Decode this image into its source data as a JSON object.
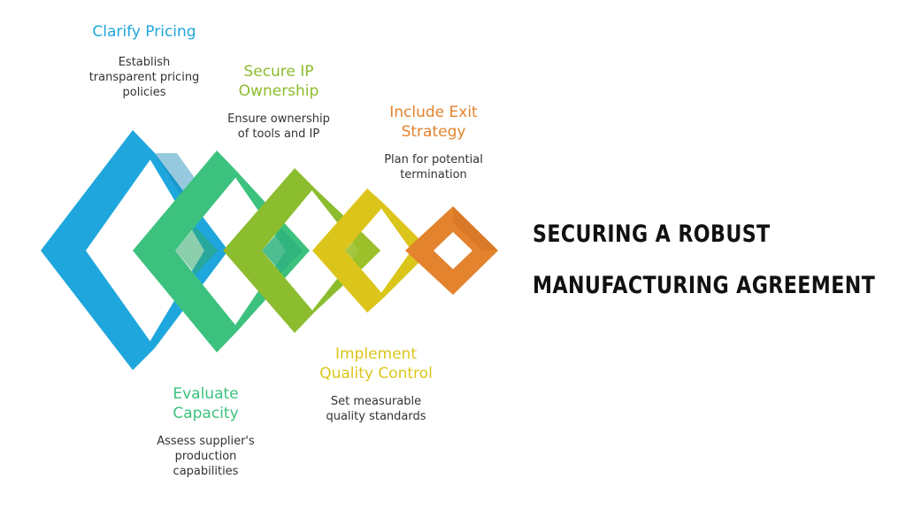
{
  "title": "SECURING A ROBUST MANUFACTURING AGREEMENT",
  "title_lines": [
    "SECURING A ROBUST",
    "MANUFACTURING AGREEMENT"
  ],
  "steps": [
    {
      "title_lines": [
        "Clarify Pricing"
      ],
      "desc_lines": [
        "Establish",
        "transparent pricing",
        "policies"
      ],
      "color": "#1fa7dd"
    },
    {
      "title_lines": [
        "Evaluate",
        "Capacity"
      ],
      "desc_lines": [
        "Assess supplier's",
        "production",
        "capabilities"
      ],
      "color": "#3cc27e"
    },
    {
      "title_lines": [
        "Secure IP",
        "Ownership"
      ],
      "desc_lines": [
        "Ensure ownership",
        "of tools and IP"
      ],
      "color": "#8cbd2e"
    },
    {
      "title_lines": [
        "Implement",
        "Quality Control"
      ],
      "desc_lines": [
        "Set measurable",
        "quality standards"
      ],
      "color": "#dcc51a"
    },
    {
      "title_lines": [
        "Include Exit",
        "Strategy"
      ],
      "desc_lines": [
        "Plan for potential",
        "termination"
      ],
      "color": "#e3832e"
    }
  ]
}
